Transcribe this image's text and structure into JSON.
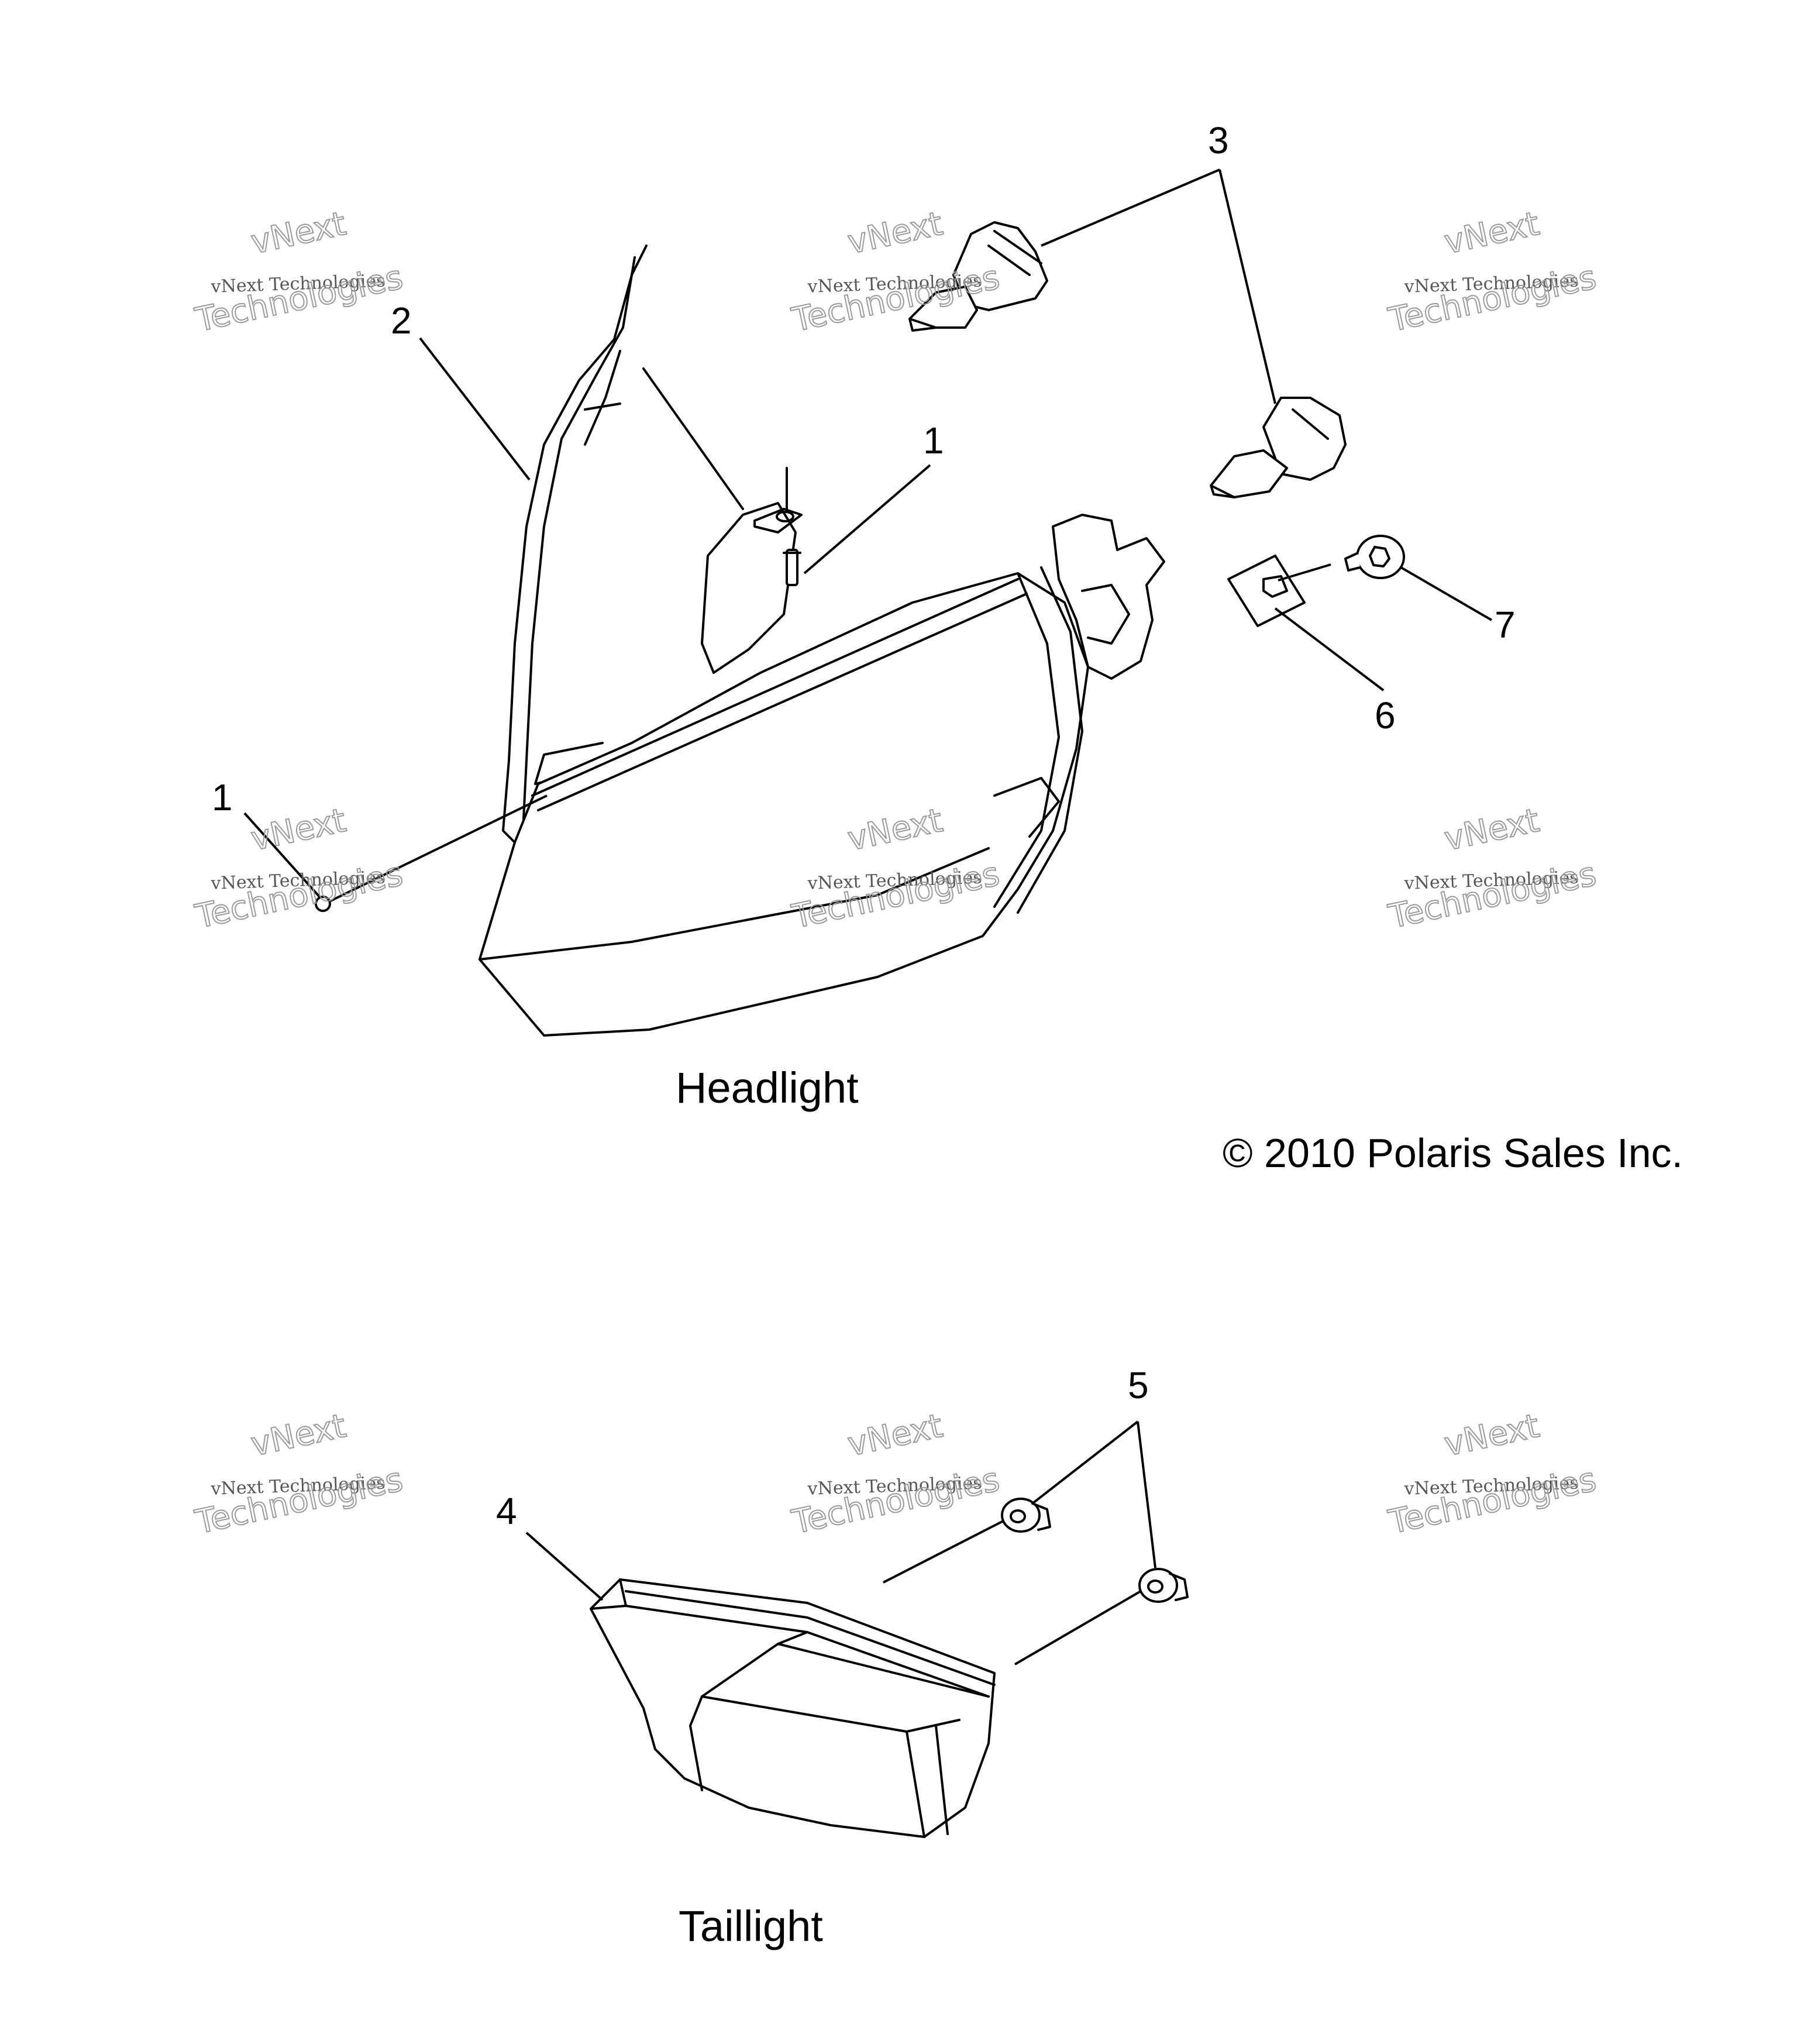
{
  "labels": {
    "headlight": "Headlight",
    "taillight": "Taillight",
    "copyright": "© 2010 Polaris Sales Inc."
  },
  "watermark": {
    "line1": "vNext",
    "line2": "vNext Technologies",
    "line3": "Technologies"
  },
  "callouts": {
    "c1a": "1",
    "c1b": "1",
    "c2": "2",
    "c3": "3",
    "c4": "4",
    "c5": "5",
    "c6": "6",
    "c7": "7"
  }
}
